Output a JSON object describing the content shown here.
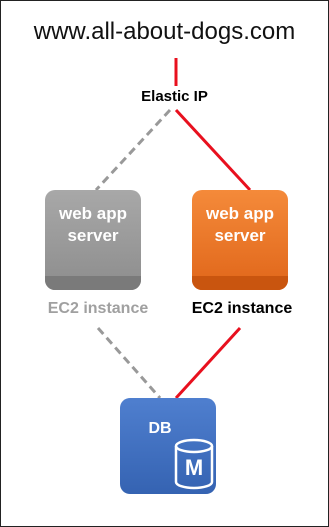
{
  "domain_title": "www.all-about-dogs.com",
  "elastic_ip_label": "Elastic IP",
  "servers": [
    {
      "label_line1": "web app",
      "label_line2": "server",
      "caption": "EC2 instance",
      "state": "inactive",
      "color": "#999999"
    },
    {
      "label_line1": "web app",
      "label_line2": "server",
      "caption": "EC2 instance",
      "state": "active",
      "color": "#f07a28"
    }
  ],
  "database": {
    "label": "DB",
    "badge": "M",
    "color": "#3e6fc0"
  },
  "colors": {
    "active_link": "#e8101e",
    "inactive_link": "#999999"
  }
}
